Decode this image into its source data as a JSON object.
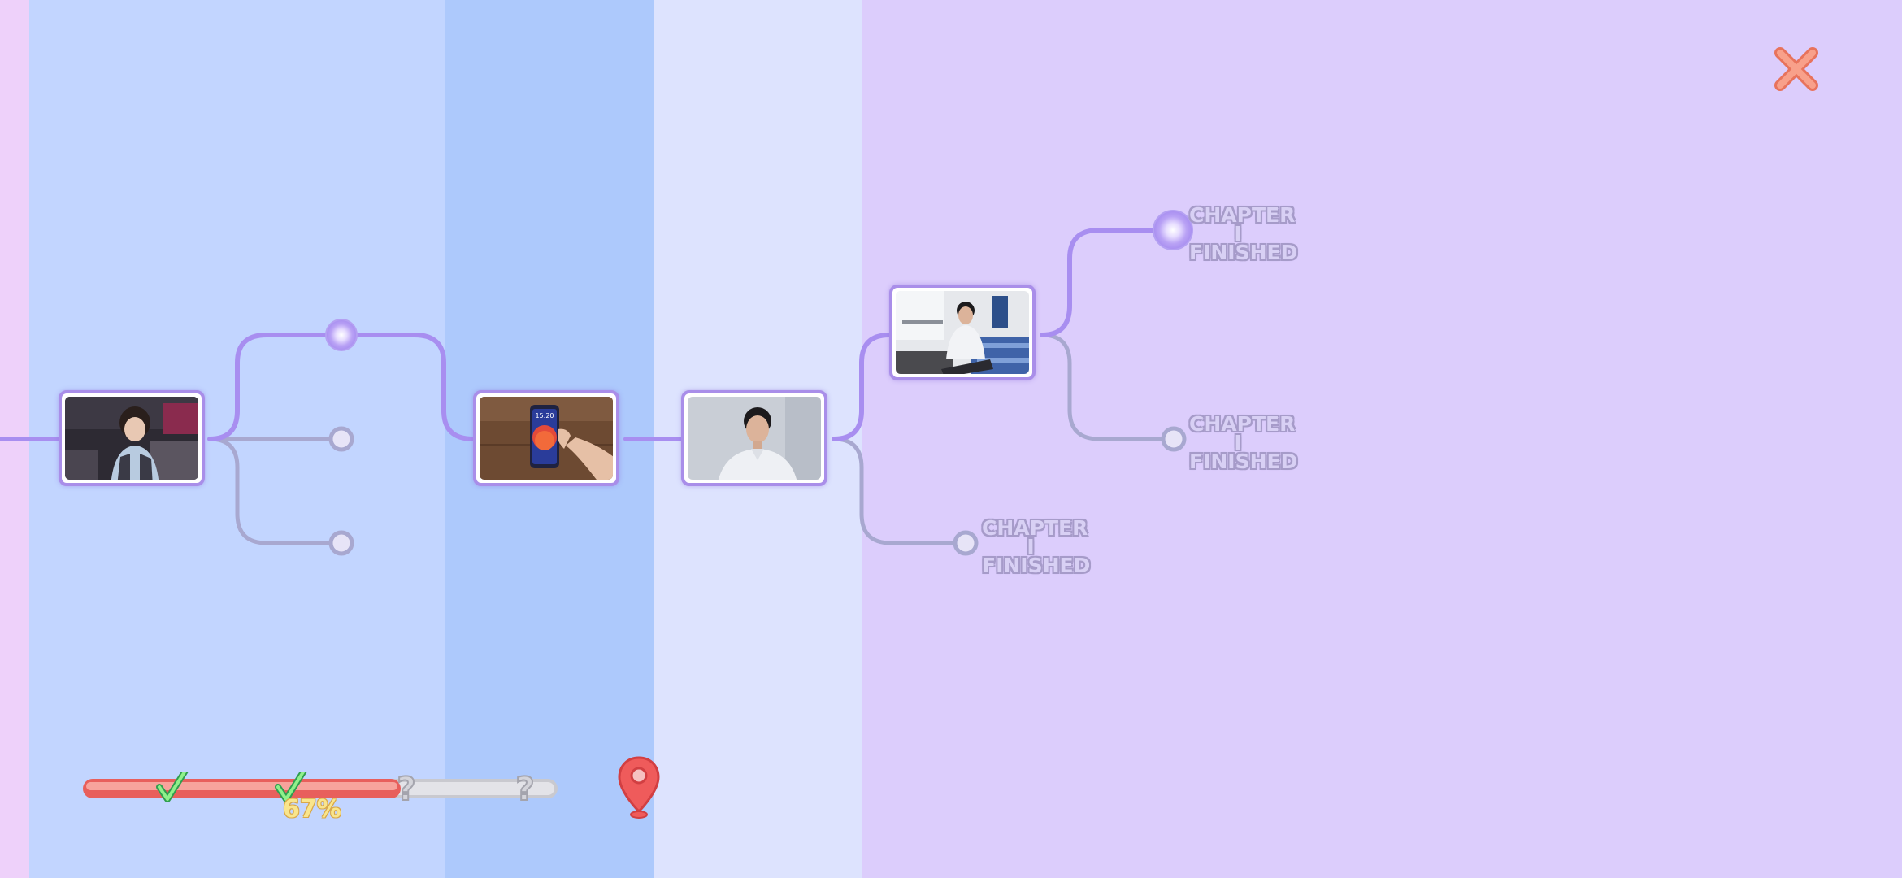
{
  "colors": {
    "band_left_edge": "#eed1fa",
    "band_1": "#c2d5ff",
    "band_2": "#adc9fc",
    "band_3": "#dde3fe",
    "band_4": "#dccdfc",
    "path_active": "#a88ef0",
    "path_inactive": "#a8a8d0",
    "progress_fill": "#f47a77",
    "progress_empty": "#d6d6dc",
    "pin": "#ef5b5b",
    "close": "#f8a08a"
  },
  "scenes": [
    {
      "name": "scene-girl-backpack",
      "description_icon": "photo"
    },
    {
      "name": "scene-phone-in-hand",
      "phone_time": "15:20"
    },
    {
      "name": "scene-man-white-shirt"
    },
    {
      "name": "scene-man-on-bed"
    }
  ],
  "endings": [
    {
      "line1": "CHAPTER",
      "line2": "I",
      "line3": "FINISHED"
    },
    {
      "line1": "CHAPTER",
      "line2": "I",
      "line3": "FINISHED"
    },
    {
      "line1": "CHAPTER",
      "line2": "I",
      "line3": "FINISHED"
    }
  ],
  "progress": {
    "percent_label": "67%",
    "value": 0.67,
    "checkpoints": [
      "check",
      "check",
      "unknown",
      "unknown"
    ],
    "unknown_glyph": "?"
  },
  "icons": {
    "close": "close-x-icon",
    "location": "location-pin-icon"
  }
}
